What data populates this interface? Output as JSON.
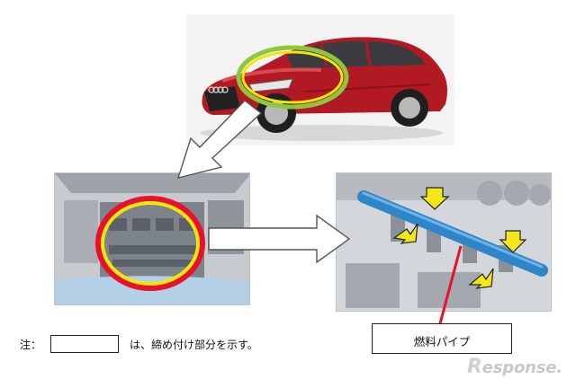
{
  "note": {
    "prefix": "注：",
    "text": "は、締め付け部分を示す。"
  },
  "callout": {
    "label": "燃料パイプ"
  },
  "watermark": {
    "mark": "R",
    "text": "esponse."
  },
  "colors": {
    "highlight_red": "#e8102a",
    "highlight_yellow": "#f2e60a",
    "highlight_green": "#8dc63f",
    "car_body": "#b11a22",
    "fuel_rail": "#2e86c9",
    "arrow_fill": "#ffffff",
    "marker_arrow": "#f5e61a"
  },
  "icons": {
    "flow_arrow": "white-block-arrow-icon",
    "clamp_marker": "yellow-arrow-icon"
  }
}
